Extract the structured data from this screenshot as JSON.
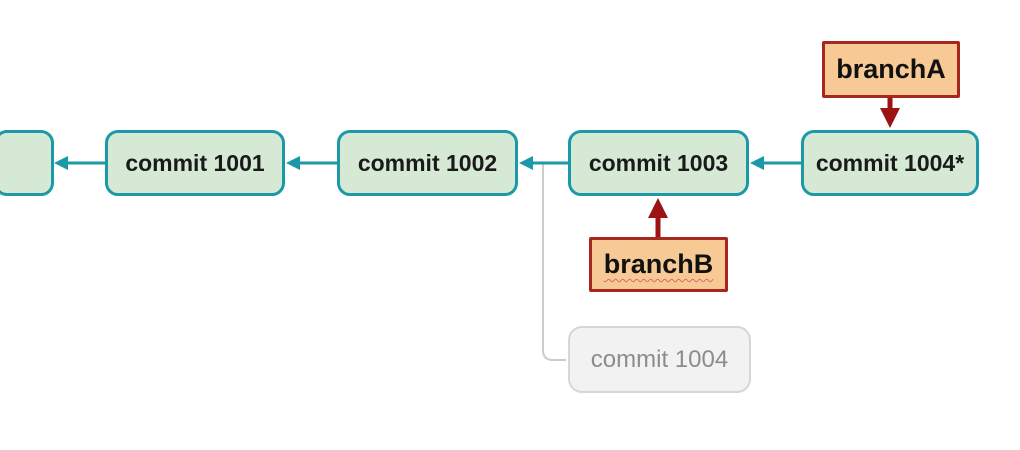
{
  "diagram": {
    "type": "git-commit-graph",
    "background": "#ffffff",
    "colors": {
      "commit_fill": "#d6e9d5",
      "commit_border": "#1b99a9",
      "teal_arrow": "#1b99a9",
      "branch_fill": "#f6c995",
      "branch_border": "#a6271d",
      "red_arrow": "#9c1313",
      "detached_fill": "#f2f2f2",
      "detached_border": "#d6d6d6",
      "detached_text": "#8c8c8c",
      "connector_grey": "#cccccc",
      "text": "#1a1a1a",
      "squiggle": "#e06666"
    },
    "nodes": {
      "offscreen": "",
      "commit1001": "commit 1001",
      "commit1002": "commit 1002",
      "commit1003": "commit 1003",
      "commit1004": "commit 1004*",
      "detached1004": "commit 1004"
    },
    "branches": {
      "branchA": "branchA",
      "branchB": "branchB"
    },
    "edges": [
      {
        "from": "commit 1001",
        "to": "earlier commit (off-screen)",
        "style": "teal-arrow-left"
      },
      {
        "from": "commit 1002",
        "to": "commit 1001",
        "style": "teal-arrow-left"
      },
      {
        "from": "commit 1003",
        "to": "commit 1002",
        "style": "teal-arrow-left"
      },
      {
        "from": "commit 1004*",
        "to": "commit 1003",
        "style": "teal-arrow-left"
      },
      {
        "from": "branchA",
        "to": "commit 1004*",
        "style": "red-arrow-down"
      },
      {
        "from": "branchB",
        "to": "commit 1003",
        "style": "red-arrow-up"
      },
      {
        "from": "commit 1004 (detached)",
        "to": "edge between commit 1002 and commit 1003",
        "style": "grey-elbow-line"
      }
    ]
  }
}
